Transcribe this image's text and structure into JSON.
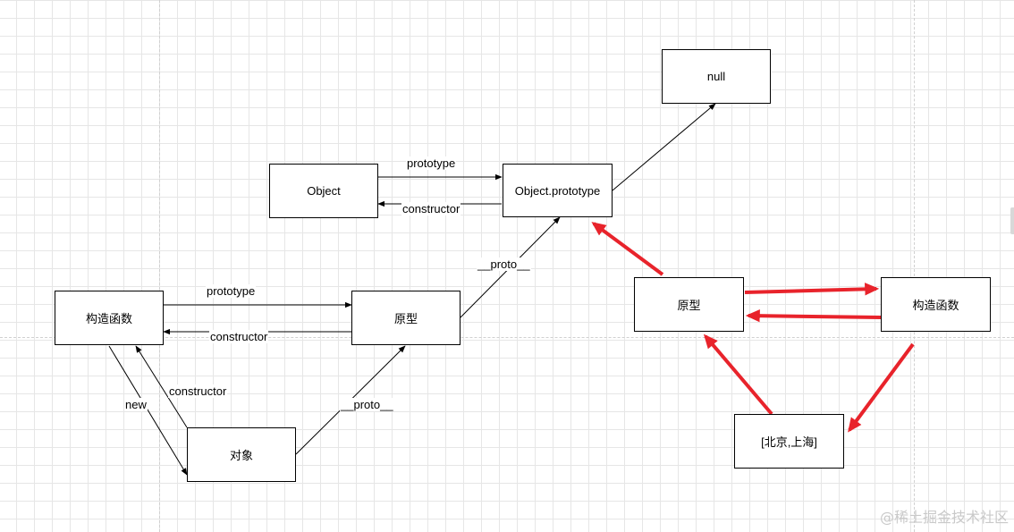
{
  "nodes": {
    "null": "null",
    "object": "Object",
    "object_prototype": "Object.prototype",
    "left_constructor": "构造函数",
    "left_prototype": "原型",
    "instance": "对象",
    "right_prototype": "原型",
    "right_constructor": "构造函数",
    "array_instance": "[北京,上海]"
  },
  "edge_labels": {
    "object_prototype": "prototype",
    "object_constructor": "constructor",
    "left_prototype": "prototype",
    "left_constructor": "constructor",
    "new": "new",
    "instance_constructor": "constructor",
    "instance_proto": "__proto__",
    "prototype_proto": "__proto__"
  },
  "colors": {
    "black_link": "#000000",
    "red_link": "#e8232b",
    "grid": "#e6e6e6"
  },
  "watermark": "@稀土掘金技术社区"
}
